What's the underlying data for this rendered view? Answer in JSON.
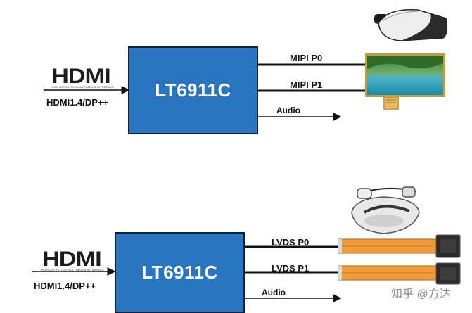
{
  "top": {
    "hdmi_logo": "HDMI",
    "hdmi_tagline": "HIGH-DEFINITION MULTIMEDIA INTERFACE",
    "input_label": "HDMI1.4/DP++",
    "chip_label": "LT6911C",
    "outputs": [
      "MIPI P0",
      "MIPI P1"
    ],
    "audio_label": "Audio"
  },
  "bottom": {
    "hdmi_logo": "HDMI",
    "hdmi_tagline": "HIGH-DEFINITION MULTIMEDIA INTERFACE",
    "input_label": "HDMI1.4/DP++",
    "chip_label": "LT6911C",
    "outputs": [
      "LVDS P0",
      "LVDS P1"
    ],
    "audio_label": "Audio"
  },
  "watermark": "知乎 @方达",
  "colors": {
    "chip_fill": "#2a75c1",
    "chip_border": "#12213a",
    "signal_red": "#cc0000"
  },
  "icons": [
    "vr-headset-icon",
    "lcd-panel-icon",
    "headset-icon",
    "lvds-panel-icon"
  ]
}
